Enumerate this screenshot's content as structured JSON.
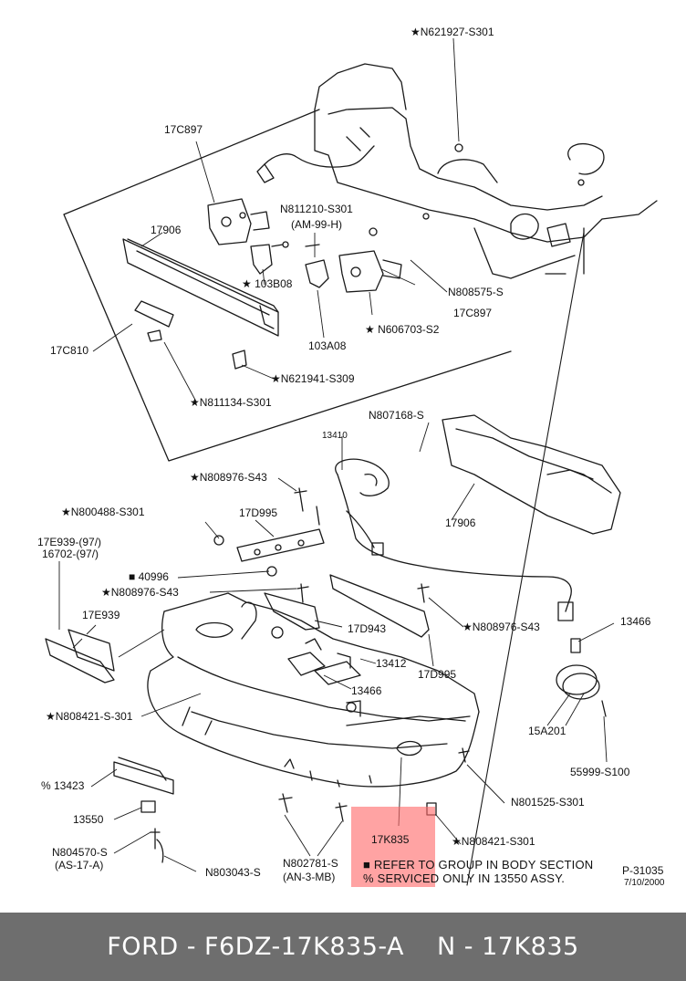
{
  "diagram": {
    "labels": {
      "n621927": "★N621927-S301",
      "c17c897_top": "17C897",
      "n811210": "N811210-S301",
      "am99h": "(AM-99-H)",
      "p17906_top": "17906",
      "p103b08": "★ 103B08",
      "n808575": "N808575-S",
      "c17c897_mid": "17C897",
      "n606703": "★ N606703-S2",
      "p103a08": "103A08",
      "p17c810": "17C810",
      "n621941": "★N621941-S309",
      "n811134": "★N811134-S301",
      "n807168": "N807168-S",
      "p13410": "13410",
      "n808976_a": "★N808976-S43",
      "p17906_mid": "17906",
      "n800488": "★N800488-S301",
      "p17d995_top": "17D995",
      "p17e939_97": "17E939-(97/)",
      "p16702_97": "16702-(97/)",
      "p40996": "■ 40996",
      "n808976_b": "★N808976-S43",
      "p17e939": "17E939",
      "p13466_r": "13466",
      "n808976_c": "★N808976-S43",
      "p17d943": "17D943",
      "p13412": "13412",
      "p17d995_bot": "17D995",
      "n808421_a": "★N808421-S-301",
      "p13466_b": "13466",
      "p15a201": "15A201",
      "p55999": "55999-S100",
      "p13423": "% 13423",
      "n801525": "N801525-S301",
      "p13550": "13550",
      "p17k835": "17K835",
      "n808421_b": "★N808421-S301",
      "n804570": "N804570-S",
      "as17a": "(AS-17-A)",
      "n802781": "N802781-S",
      "an3mb": "(AN-3-MB)",
      "n803043": "N803043-S",
      "note1": "■ REFER TO GROUP IN BODY SECTION",
      "note2": "% SERVICED ONLY IN 13550 ASSY.",
      "ref": "P-31035",
      "date": "7/10/2000"
    }
  },
  "footer": {
    "part_number": "FORD - F6DZ-17K835-A",
    "oem_code": "N - 17K835"
  },
  "colors": {
    "highlight": "#ff6b6b",
    "footer_bg": "#6e6e6e",
    "ink": "#111111"
  }
}
